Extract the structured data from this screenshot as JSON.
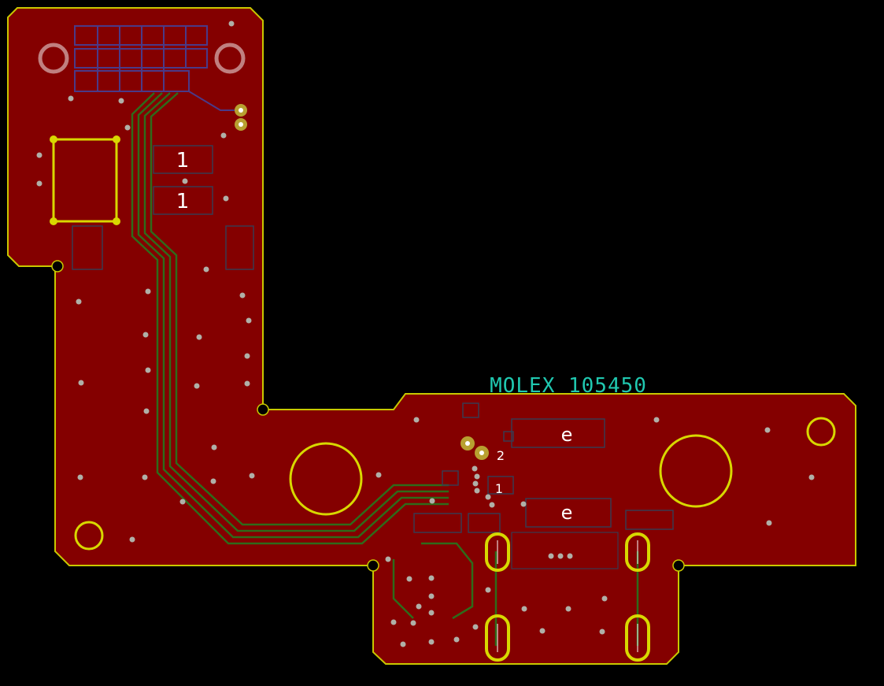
{
  "colors": {
    "background": "#000000",
    "copper_fill": "#840000",
    "edge_outline": "#c8c800",
    "trace": "#2e6b1a",
    "pad_outline": "#4a3a88",
    "via": "#b0b0a8",
    "hole": "#d8d800",
    "silkscreen": "#ffffff",
    "fab_text": "#20c8b0"
  },
  "labels": {
    "connector_name": "MOLEX 105450",
    "pad_mark_1a": "1",
    "pad_mark_1b": "1",
    "pad_mark_e_top": "e",
    "pad_mark_e_bottom": "e",
    "pin_2": "2",
    "pin_1": "1"
  }
}
